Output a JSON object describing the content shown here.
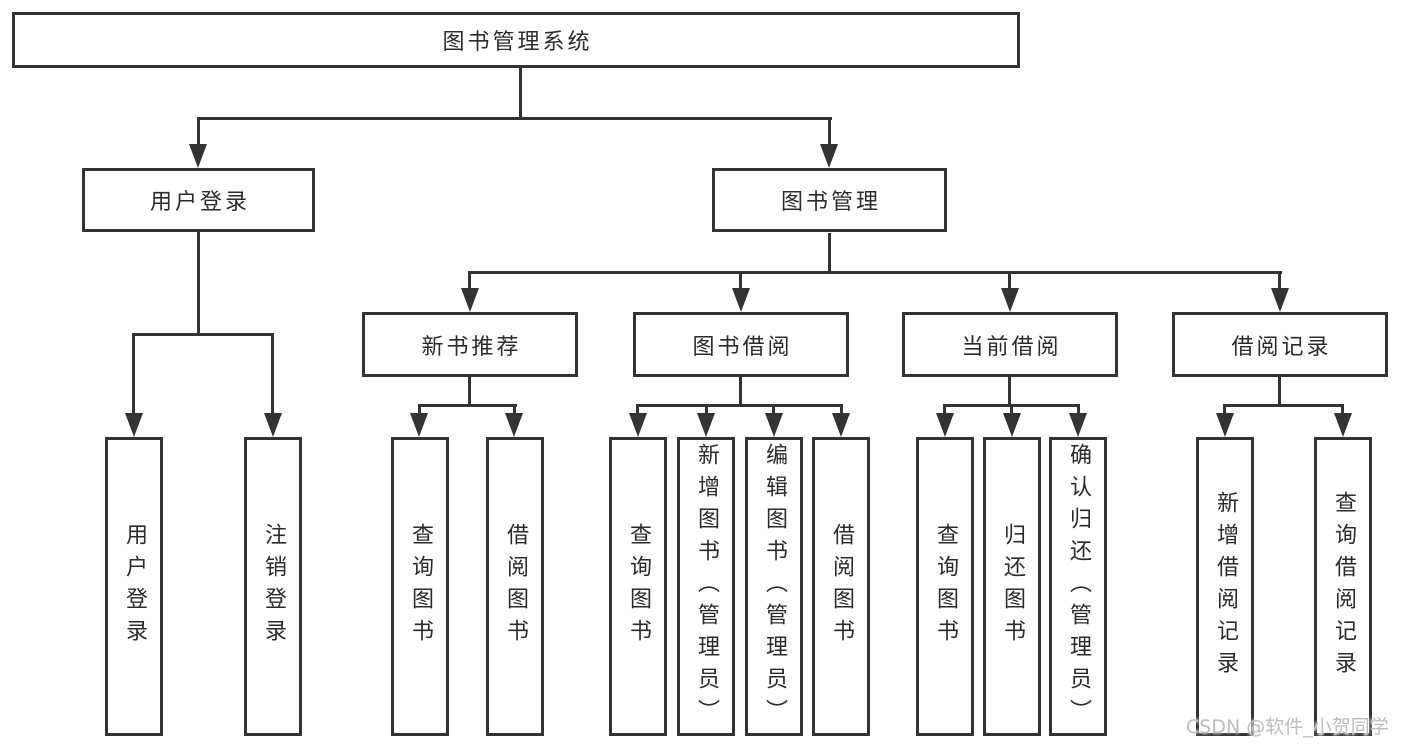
{
  "diagram": {
    "title": "图书管理系统",
    "nodes": {
      "root": "图书管理系统",
      "user_login": "用户登录",
      "book_mgmt": "图书管理",
      "new_books": "新书推荐",
      "book_borrow": "图书借阅",
      "current_borrow": "当前借阅",
      "borrow_records": "借阅记录",
      "user_login_children": [
        "用户登录",
        "注销登录"
      ],
      "new_books_children": [
        "查询图书",
        "借阅图书"
      ],
      "book_borrow_children": [
        "查询图书",
        "新增图书（管理员）",
        "编辑图书（管理员）",
        "借阅图书"
      ],
      "current_borrow_children": [
        "查询图书",
        "归还图书",
        "确认归还（管理员）"
      ],
      "borrow_records_children": [
        "新增借阅记录",
        "查询借阅记录"
      ]
    },
    "colors": {
      "line": "#333333",
      "text": "#2b2b2b",
      "background": "#ffffff",
      "watermark": "#bdbdbd"
    }
  },
  "watermark": "CSDN @软件_小贺同学"
}
